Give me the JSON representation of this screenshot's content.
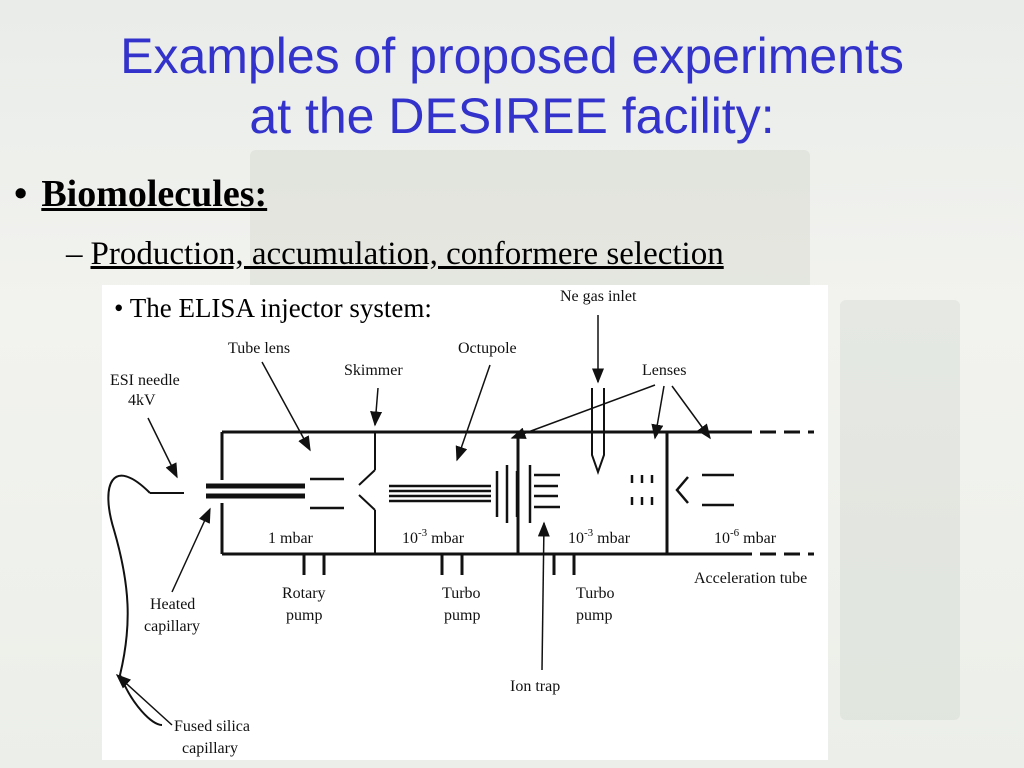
{
  "slide": {
    "title_line1": "Examples of proposed experiments",
    "title_line2": "at the DESIREE facility:",
    "bullet1": {
      "marker": "•",
      "text": "Biomolecules:"
    },
    "bullet2": {
      "marker": "–",
      "text": "Production, accumulation, conformere selection"
    },
    "bullet3": {
      "marker": "•",
      "text": "The ELISA injector system:"
    }
  },
  "diagram": {
    "labels": {
      "ne_gas_inlet": "Ne gas inlet",
      "tube_lens": "Tube lens",
      "octupole": "Octupole",
      "skimmer": "Skimmer",
      "lenses": "Lenses",
      "esi_needle_1": "ESI needle",
      "esi_needle_2": "4kV",
      "p1": "1 mbar",
      "p2_base": "10",
      "p2_exp": "-3",
      "p2_unit": " mbar",
      "p3_base": "10",
      "p3_exp": "-3",
      "p3_unit": " mbar",
      "p4_base": "10",
      "p4_exp": "-6",
      "p4_unit": " mbar",
      "acceleration_tube": "Acceleration tube",
      "rotary_pump_1": "Rotary",
      "rotary_pump_2": "pump",
      "turbo_pump_a_1": "Turbo",
      "turbo_pump_a_2": "pump",
      "turbo_pump_b_1": "Turbo",
      "turbo_pump_b_2": "pump",
      "heated_capillary_1": "Heated",
      "heated_capillary_2": "capillary",
      "ion_trap": "Ion trap",
      "fused_silica_1": "Fused silica",
      "fused_silica_2": "capillary"
    }
  },
  "colors": {
    "title": "#3333cc",
    "text": "#000000"
  }
}
